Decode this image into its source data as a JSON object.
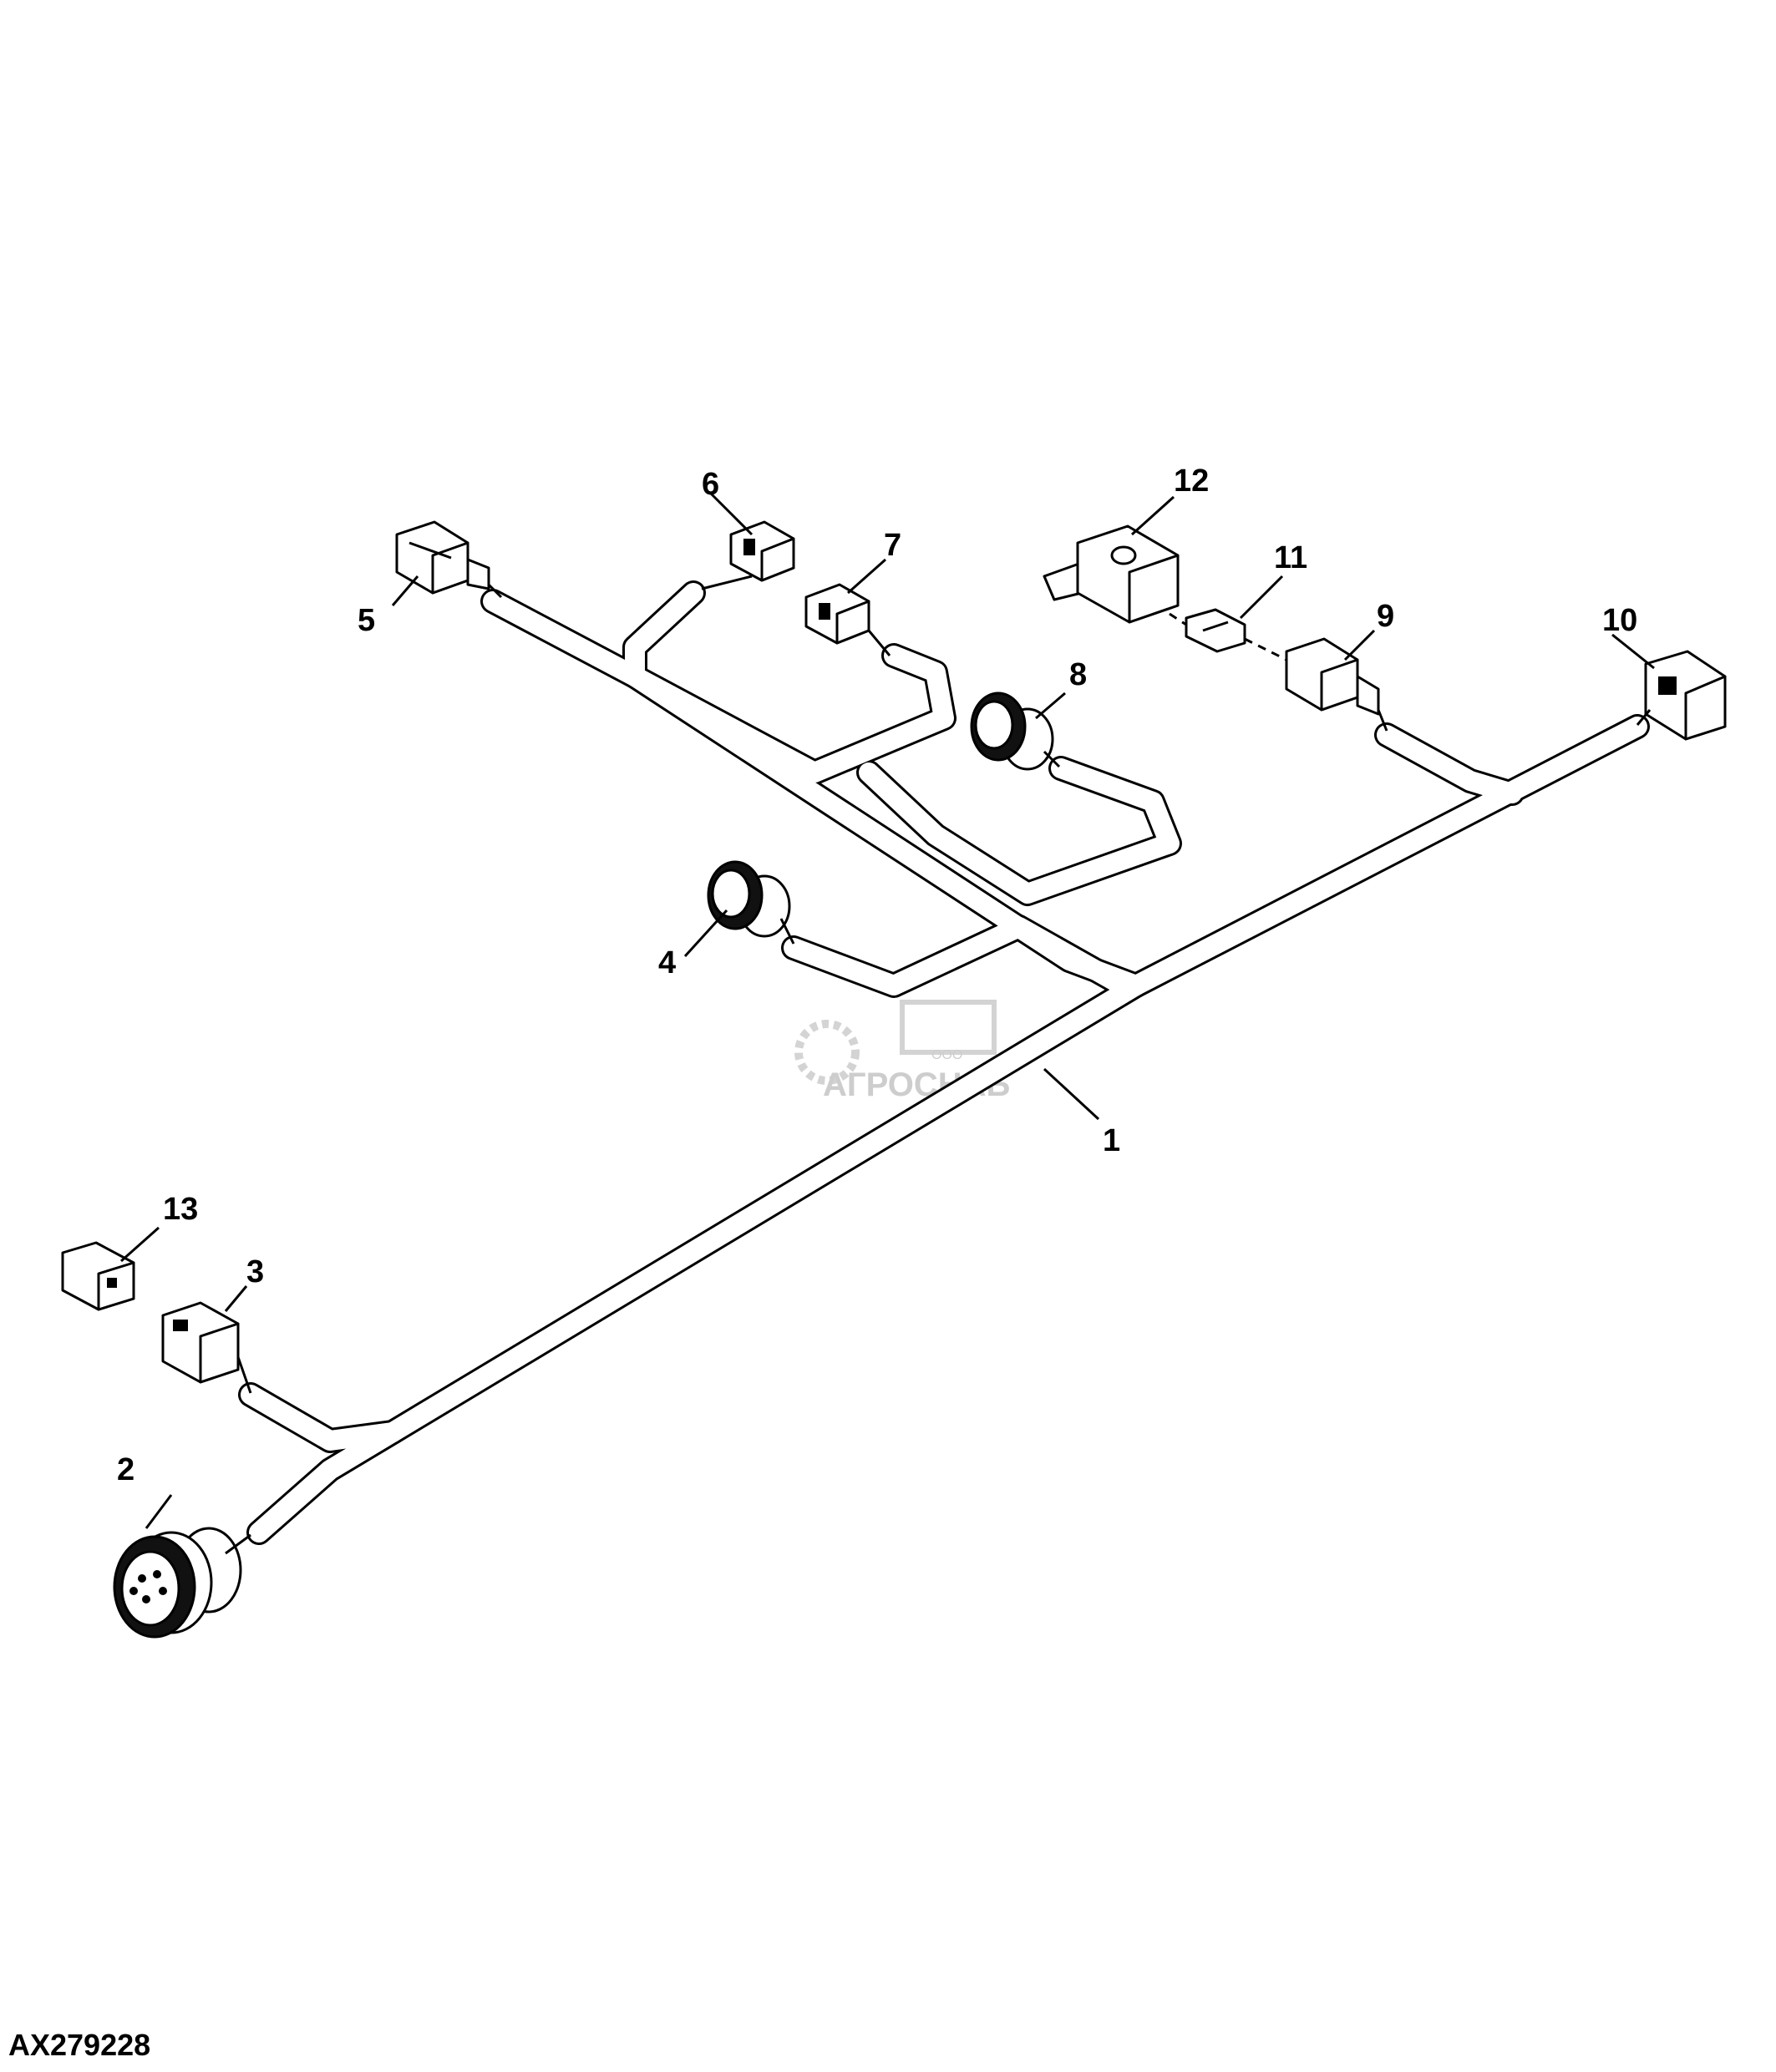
{
  "figure_id": "AX279228",
  "callouts": {
    "c1": "1",
    "c2": "2",
    "c3": "3",
    "c4": "4",
    "c5": "5",
    "c6": "6",
    "c7": "7",
    "c8": "8",
    "c9": "9",
    "c10": "10",
    "c11": "11",
    "c12": "12",
    "c13": "13"
  },
  "watermark": {
    "company": "АГРОСНАБ",
    "prefix": "ООО"
  },
  "colors": {
    "line": "#000000",
    "background": "#ffffff",
    "watermark": "#c8c8c8"
  }
}
